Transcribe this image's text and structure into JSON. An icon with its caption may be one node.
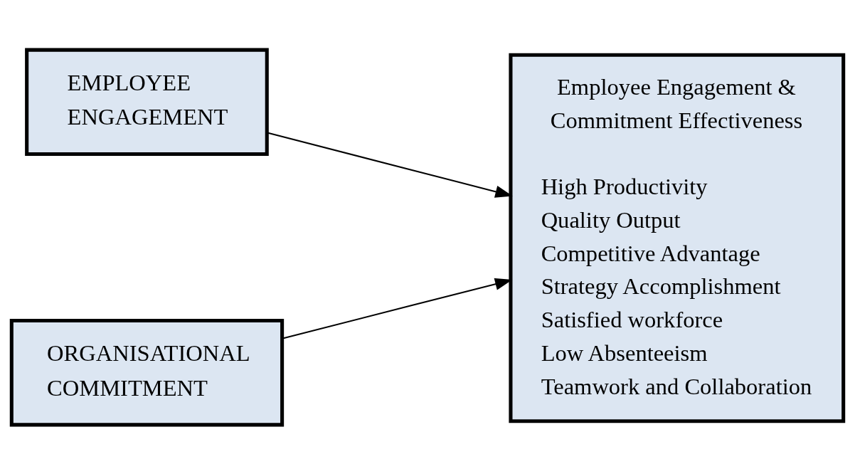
{
  "diagram": {
    "nodes": [
      {
        "text": [
          "EMPLOYEE ENGAGEMENT"
        ]
      },
      {
        "text": [
          "ORGANISATIONAL COMMITMENT"
        ]
      },
      {
        "text": [
          "Employee Engagement & Commitment Effectiveness",
          "High Productivity",
          "Quality Output",
          "Competitive Advantage",
          "Strategy Accomplishment",
          "Satisfied workforce",
          "Low Absenteeism",
          "Teamwork and Collaboration"
        ]
      }
    ],
    "edges": [
      {
        "from": 0,
        "to": 2,
        "arrow": "to"
      },
      {
        "from": 1,
        "to": 2,
        "arrow": "to"
      }
    ]
  }
}
